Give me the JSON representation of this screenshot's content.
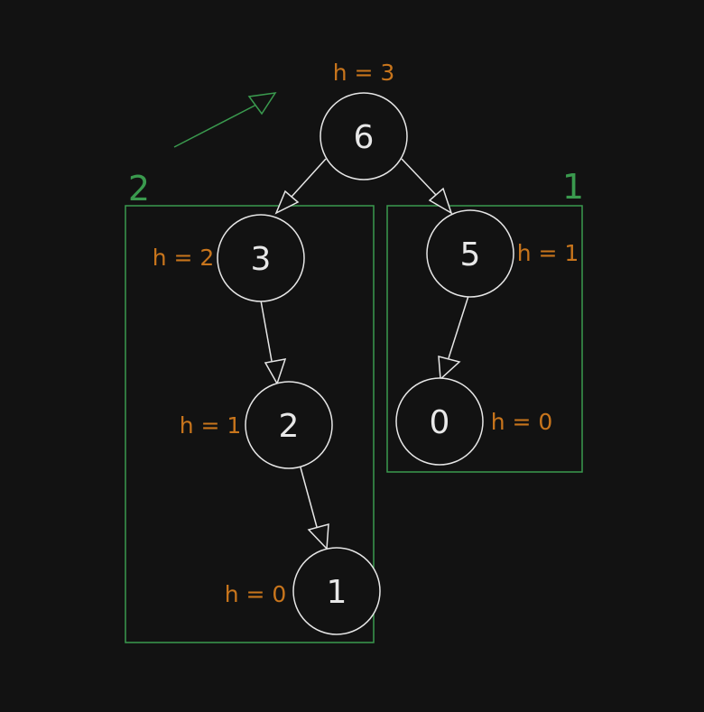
{
  "colors": {
    "background": "#121212",
    "node_stroke": "#e6e6e6",
    "node_text": "#e8e8e8",
    "height_label": "#c8751c",
    "group": "#3a9a4e"
  },
  "nodes": [
    {
      "id": "n6",
      "label": "6",
      "height_label": "h = 3"
    },
    {
      "id": "n3",
      "label": "3",
      "height_label": "h = 2"
    },
    {
      "id": "n5",
      "label": "5",
      "height_label": "h = 1"
    },
    {
      "id": "n2",
      "label": "2",
      "height_label": "h = 1"
    },
    {
      "id": "n0",
      "label": "0",
      "height_label": "h = 0"
    },
    {
      "id": "n1",
      "label": "1",
      "height_label": "h = 0"
    }
  ],
  "edges": [
    {
      "from": "n6",
      "to": "n3"
    },
    {
      "from": "n6",
      "to": "n5"
    },
    {
      "from": "n3",
      "to": "n2"
    },
    {
      "from": "n2",
      "to": "n1"
    },
    {
      "from": "n5",
      "to": "n0"
    }
  ],
  "groups": [
    {
      "id": "left-subtree",
      "label": "2"
    },
    {
      "id": "right-subtree",
      "label": "1"
    }
  ]
}
